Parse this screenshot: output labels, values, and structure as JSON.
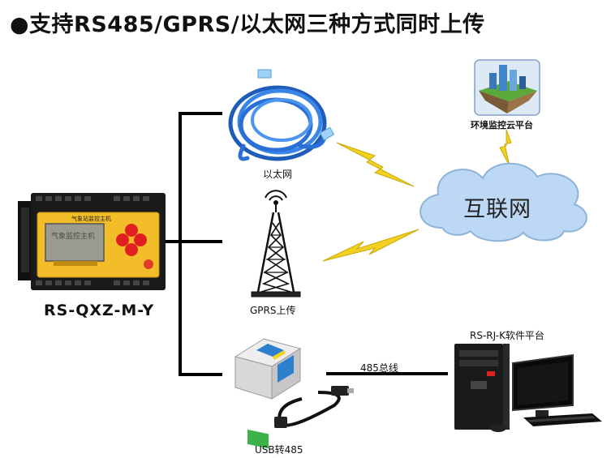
{
  "title": "●支持RS485/GPRS/以太网三种方式同时上传",
  "device": {
    "model": "RS-QXZ-M-Y",
    "header_text": "气象站监控主机",
    "screen_text": "气象监控主机"
  },
  "cloud_label": "互联网",
  "platform_label": "环境监控云平台",
  "ethernet_label": "以太网",
  "gprs_label": "GPRS上传",
  "usb_label": "USB转485",
  "bus_label": "485总线",
  "software_label": "RS-RJ-K软件平台",
  "colors": {
    "cable_blue": "#2a6fd6",
    "bolt_yellow": "#f2d21e",
    "cloud_blue": "#bcd8f4",
    "device_yellow": "#f3bd2a"
  }
}
